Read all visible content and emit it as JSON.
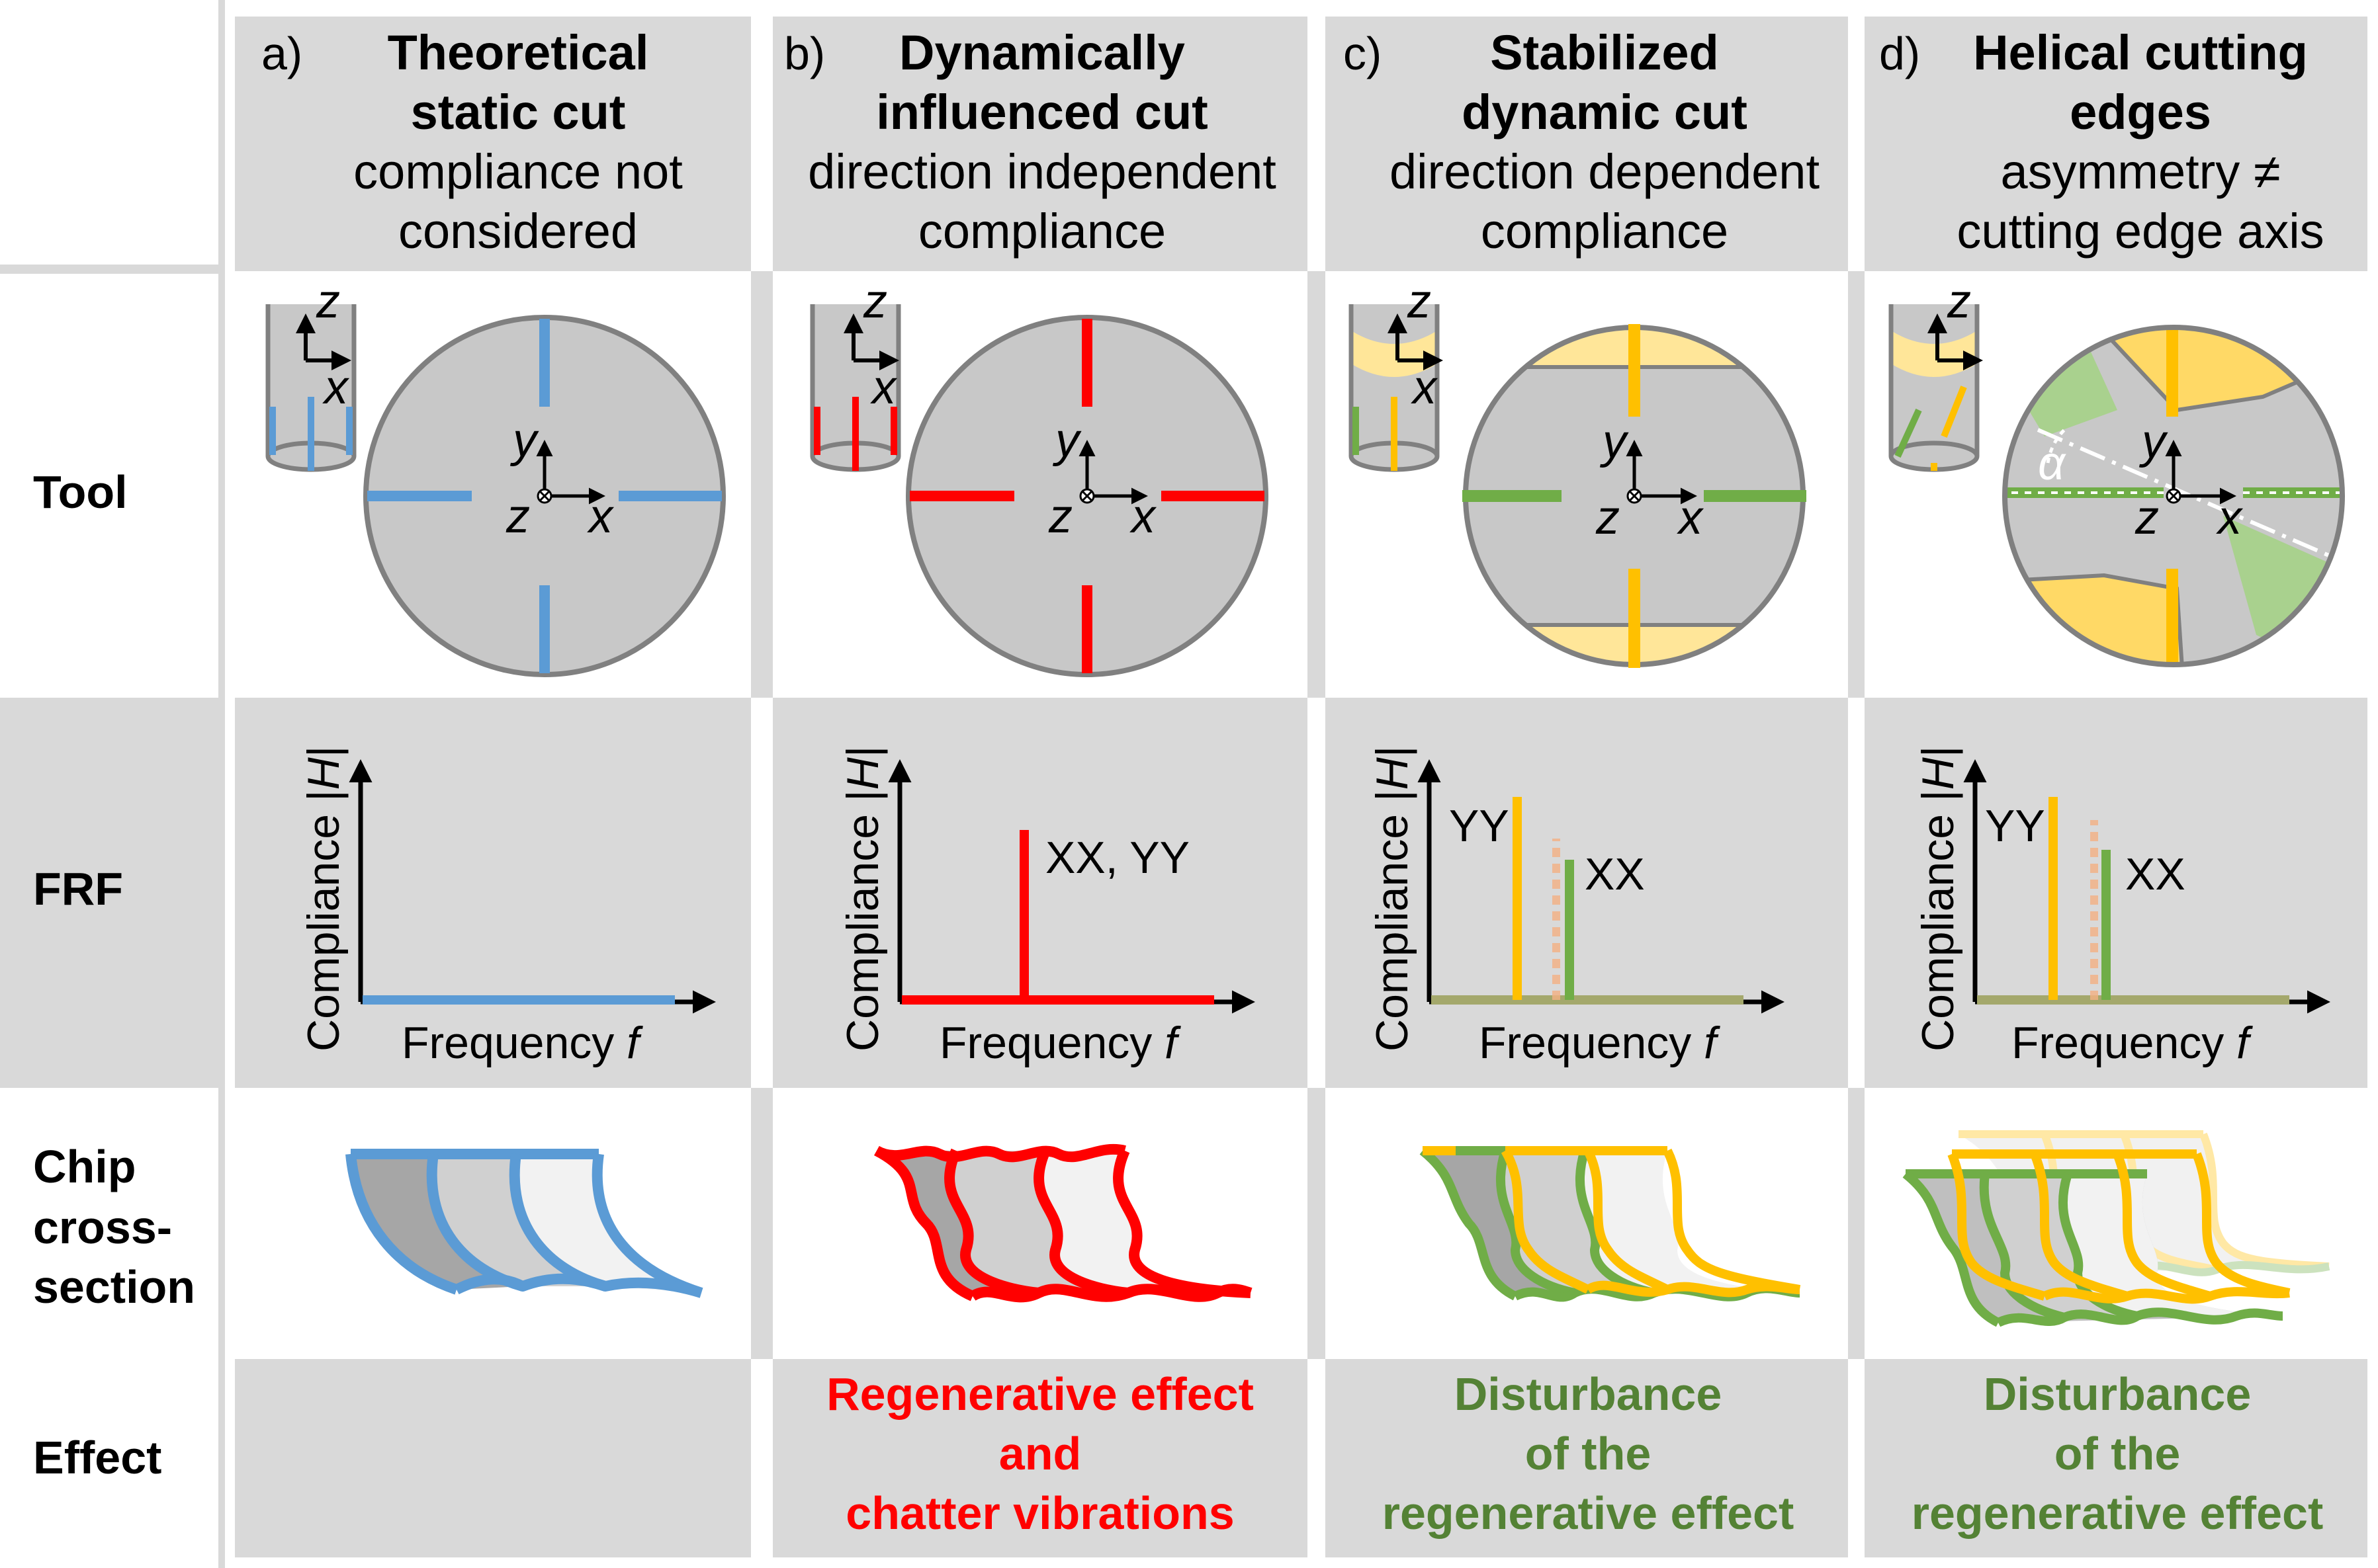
{
  "rows": {
    "tool": "Tool",
    "frf": "FRF",
    "chip": [
      "Chip",
      "cross-",
      "section"
    ],
    "effect": "Effect"
  },
  "columns": [
    {
      "letter": "a)",
      "title": [
        "Theoretical",
        "static cut"
      ],
      "subtitle": [
        "compliance not",
        "considered"
      ]
    },
    {
      "letter": "b)",
      "title": [
        "Dynamically",
        "influenced cut"
      ],
      "subtitle": [
        "direction independent",
        "compliance"
      ]
    },
    {
      "letter": "c)",
      "title": [
        "Stabilized",
        "dynamic cut"
      ],
      "subtitle": [
        "direction dependent",
        "compliance"
      ]
    },
    {
      "letter": "d)",
      "title": [
        "Helical cutting",
        "edges"
      ],
      "subtitle": [
        "asymmetry ≠",
        "cutting edge axis"
      ]
    }
  ],
  "axes": {
    "x": "x",
    "y": "y",
    "z": "z",
    "alpha": "α",
    "compliance_text": "Compliance |",
    "compliance_var": "H",
    "compliance_end": "|",
    "frequency_text": "Frequency ",
    "frequency_var": "f"
  },
  "frf_labels": {
    "xxyy": "XX, YY",
    "yy": "YY",
    "xx": "XX"
  },
  "effects": {
    "b": [
      "Regenerative effect",
      "and",
      "chatter vibrations"
    ],
    "c": [
      "Disturbance",
      "of the",
      "regenerative effect"
    ],
    "d": [
      "Disturbance",
      "of the",
      "regenerative effect"
    ]
  },
  "colors": {
    "panel": "#d9d9d9",
    "tool_gray": "#c8c8c8",
    "blue": "#5b9bd5",
    "red": "#ff0000",
    "green": "#70ad47",
    "yellow": "#ffc000",
    "light_yellow": "#ffe699",
    "effect_red": "#ff0000",
    "effect_green": "#548235"
  }
}
